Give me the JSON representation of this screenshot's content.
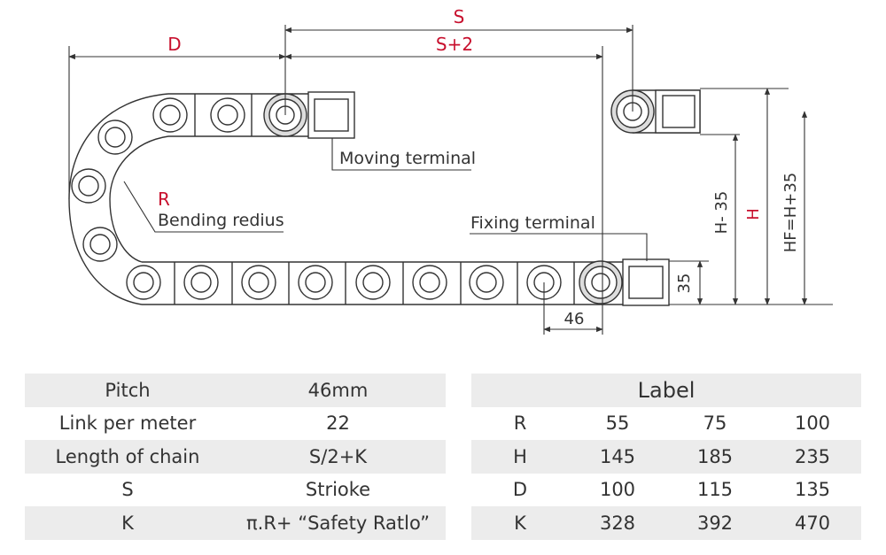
{
  "diagram": {
    "dimension_labels": {
      "S": "S",
      "S_plus_2": "S+2",
      "D": "D",
      "R": "R",
      "bending_radius": "Bending redius",
      "moving_terminal": "Moving terminal",
      "fixing_terminal": "Fixing terminal",
      "pitch_46": "46",
      "height_35": "35",
      "H_minus_35": "H- 35",
      "H": "H",
      "HF": "HF=H+35"
    },
    "colors": {
      "accent_red": "#c8102e",
      "line": "#333333",
      "table_shade": "#ececec"
    }
  },
  "spec_table": {
    "rows": [
      {
        "label": "Pitch",
        "value": "46mm"
      },
      {
        "label": "Link per meter",
        "value": "22"
      },
      {
        "label": "Length of chain",
        "value": "S/2+K"
      },
      {
        "label": "S",
        "value": "Strioke"
      },
      {
        "label": "K",
        "value": "π.R+ “Safety Ratlo”"
      }
    ]
  },
  "label_table": {
    "header": "Label",
    "rows": [
      {
        "key": "R",
        "values": [
          "55",
          "75",
          "100"
        ]
      },
      {
        "key": "H",
        "values": [
          "145",
          "185",
          "235"
        ]
      },
      {
        "key": "D",
        "values": [
          "100",
          "115",
          "135"
        ]
      },
      {
        "key": "K",
        "values": [
          "328",
          "392",
          "470"
        ]
      }
    ]
  }
}
